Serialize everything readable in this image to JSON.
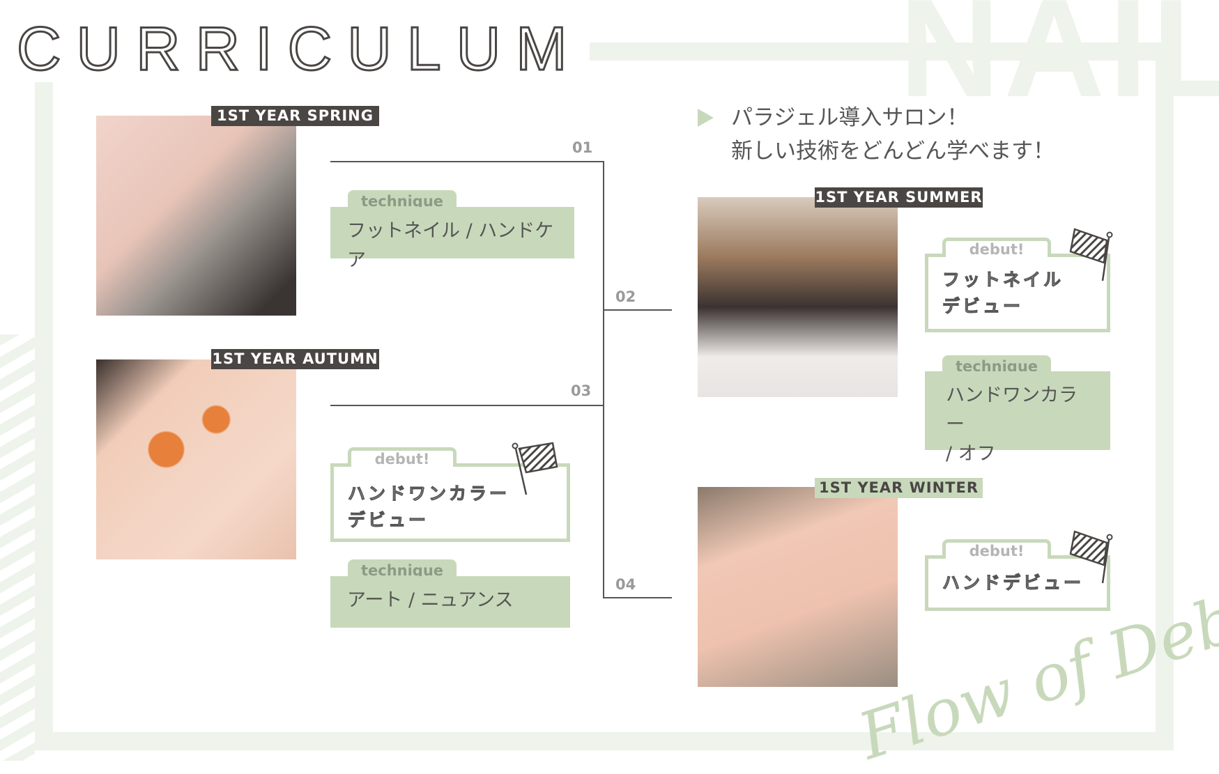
{
  "title": "CURRICULUM",
  "watermark": "NAIL",
  "tagline": [
    "パラジェル導入サロン！",
    "新しい技術をどんどん学べます！"
  ],
  "seasons": {
    "spring": {
      "label": "1ST YEAR SPRING",
      "photo": "foot-care-photo"
    },
    "autumn": {
      "label": "1ST YEAR AUTUMN",
      "photo": "orange-nails-photo"
    },
    "summer": {
      "label": "1ST YEAR SUMMER",
      "photo": "nail-artist-photo"
    },
    "winter": {
      "label": "1ST YEAR WINTER",
      "photo": "green-nails-photo"
    }
  },
  "steps": [
    "01",
    "02",
    "03",
    "04"
  ],
  "boxes": {
    "tech1": {
      "tab": "technique",
      "text": "フットネイル / ハンドケア"
    },
    "debut_autumn": {
      "tab": "debut!",
      "lines": [
        "ハンドワンカラー",
        "デビュー"
      ]
    },
    "tech_autumn": {
      "tab": "technique",
      "text": "アート / ニュアンス"
    },
    "debut_summer": {
      "tab": "debut!",
      "lines": [
        "フットネイル",
        "デビュー"
      ]
    },
    "tech_summer": {
      "tab": "technique",
      "lines": [
        "ハンドワンカラー",
        "/ オフ"
      ]
    },
    "debut_winter": {
      "tab": "debut!",
      "lines": [
        "ハンドデビュー"
      ]
    }
  },
  "script_text": "Flow of Debut",
  "colors": {
    "green": "#c8d9bb",
    "dark": "#4a4644",
    "frame": "#eef3eb"
  }
}
